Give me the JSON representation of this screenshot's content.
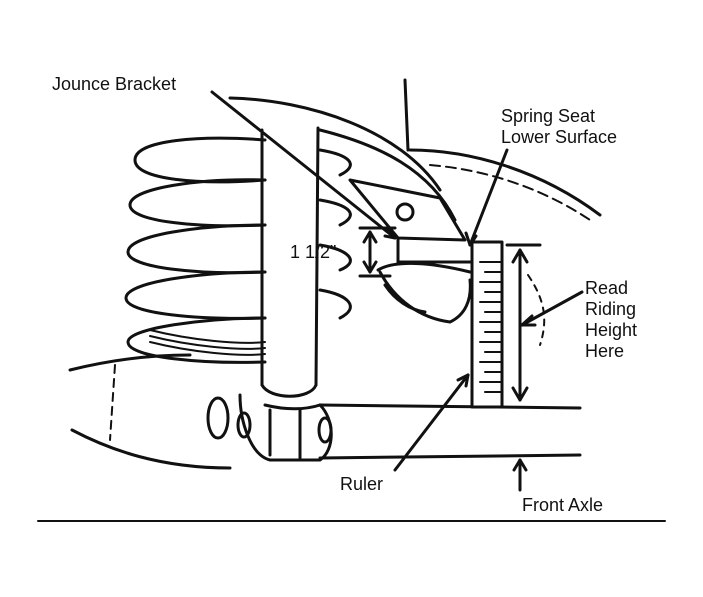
{
  "labels": {
    "jounce_bracket": "Jounce Bracket",
    "spring_seat": [
      "Spring Seat",
      "Lower Surface"
    ],
    "dimension": "1 1/2\"",
    "read_height": [
      "Read",
      "Riding",
      "Height",
      "Here"
    ],
    "ruler": "Ruler",
    "front_axle": "Front Axle"
  },
  "colors": {
    "ink": "#111111",
    "paper": "#ffffff"
  }
}
